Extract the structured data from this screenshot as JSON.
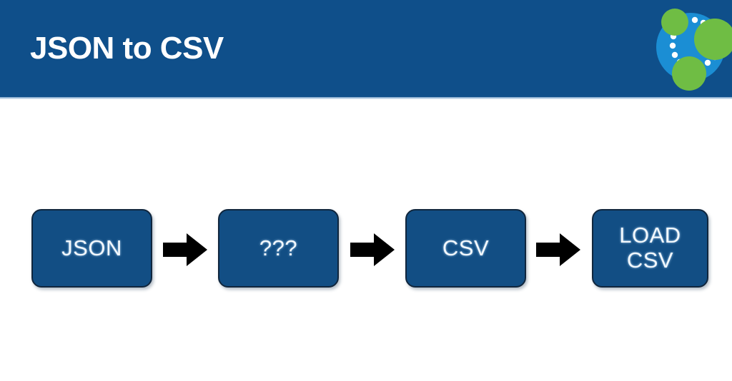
{
  "slide": {
    "title": "JSON to CSV",
    "background_color": "#ffffff"
  },
  "header": {
    "background_color": "#0f4f8a",
    "title": "JSON to CSV",
    "logo": {
      "name": "neo4j-logo",
      "alt": "Neo4j graph logo",
      "backdrop_color": "#1b8ed4",
      "node_color": "#6fbd44",
      "dot_color": "#ffffff"
    }
  },
  "flow": {
    "box_fill_color": "#124e84",
    "box_border_color": "#10263d",
    "box_text_color": "#f2f8fd",
    "arrow_color": "#000000",
    "steps": [
      {
        "id": "json",
        "label": "JSON"
      },
      {
        "id": "unknown",
        "label": "???"
      },
      {
        "id": "csv",
        "label": "CSV"
      },
      {
        "id": "load",
        "label": "LOAD\nCSV"
      }
    ],
    "arrows": [
      {
        "id": "arrow-1",
        "from": "json",
        "to": "unknown"
      },
      {
        "id": "arrow-2",
        "from": "unknown",
        "to": "csv"
      },
      {
        "id": "arrow-3",
        "from": "csv",
        "to": "load"
      }
    ]
  }
}
